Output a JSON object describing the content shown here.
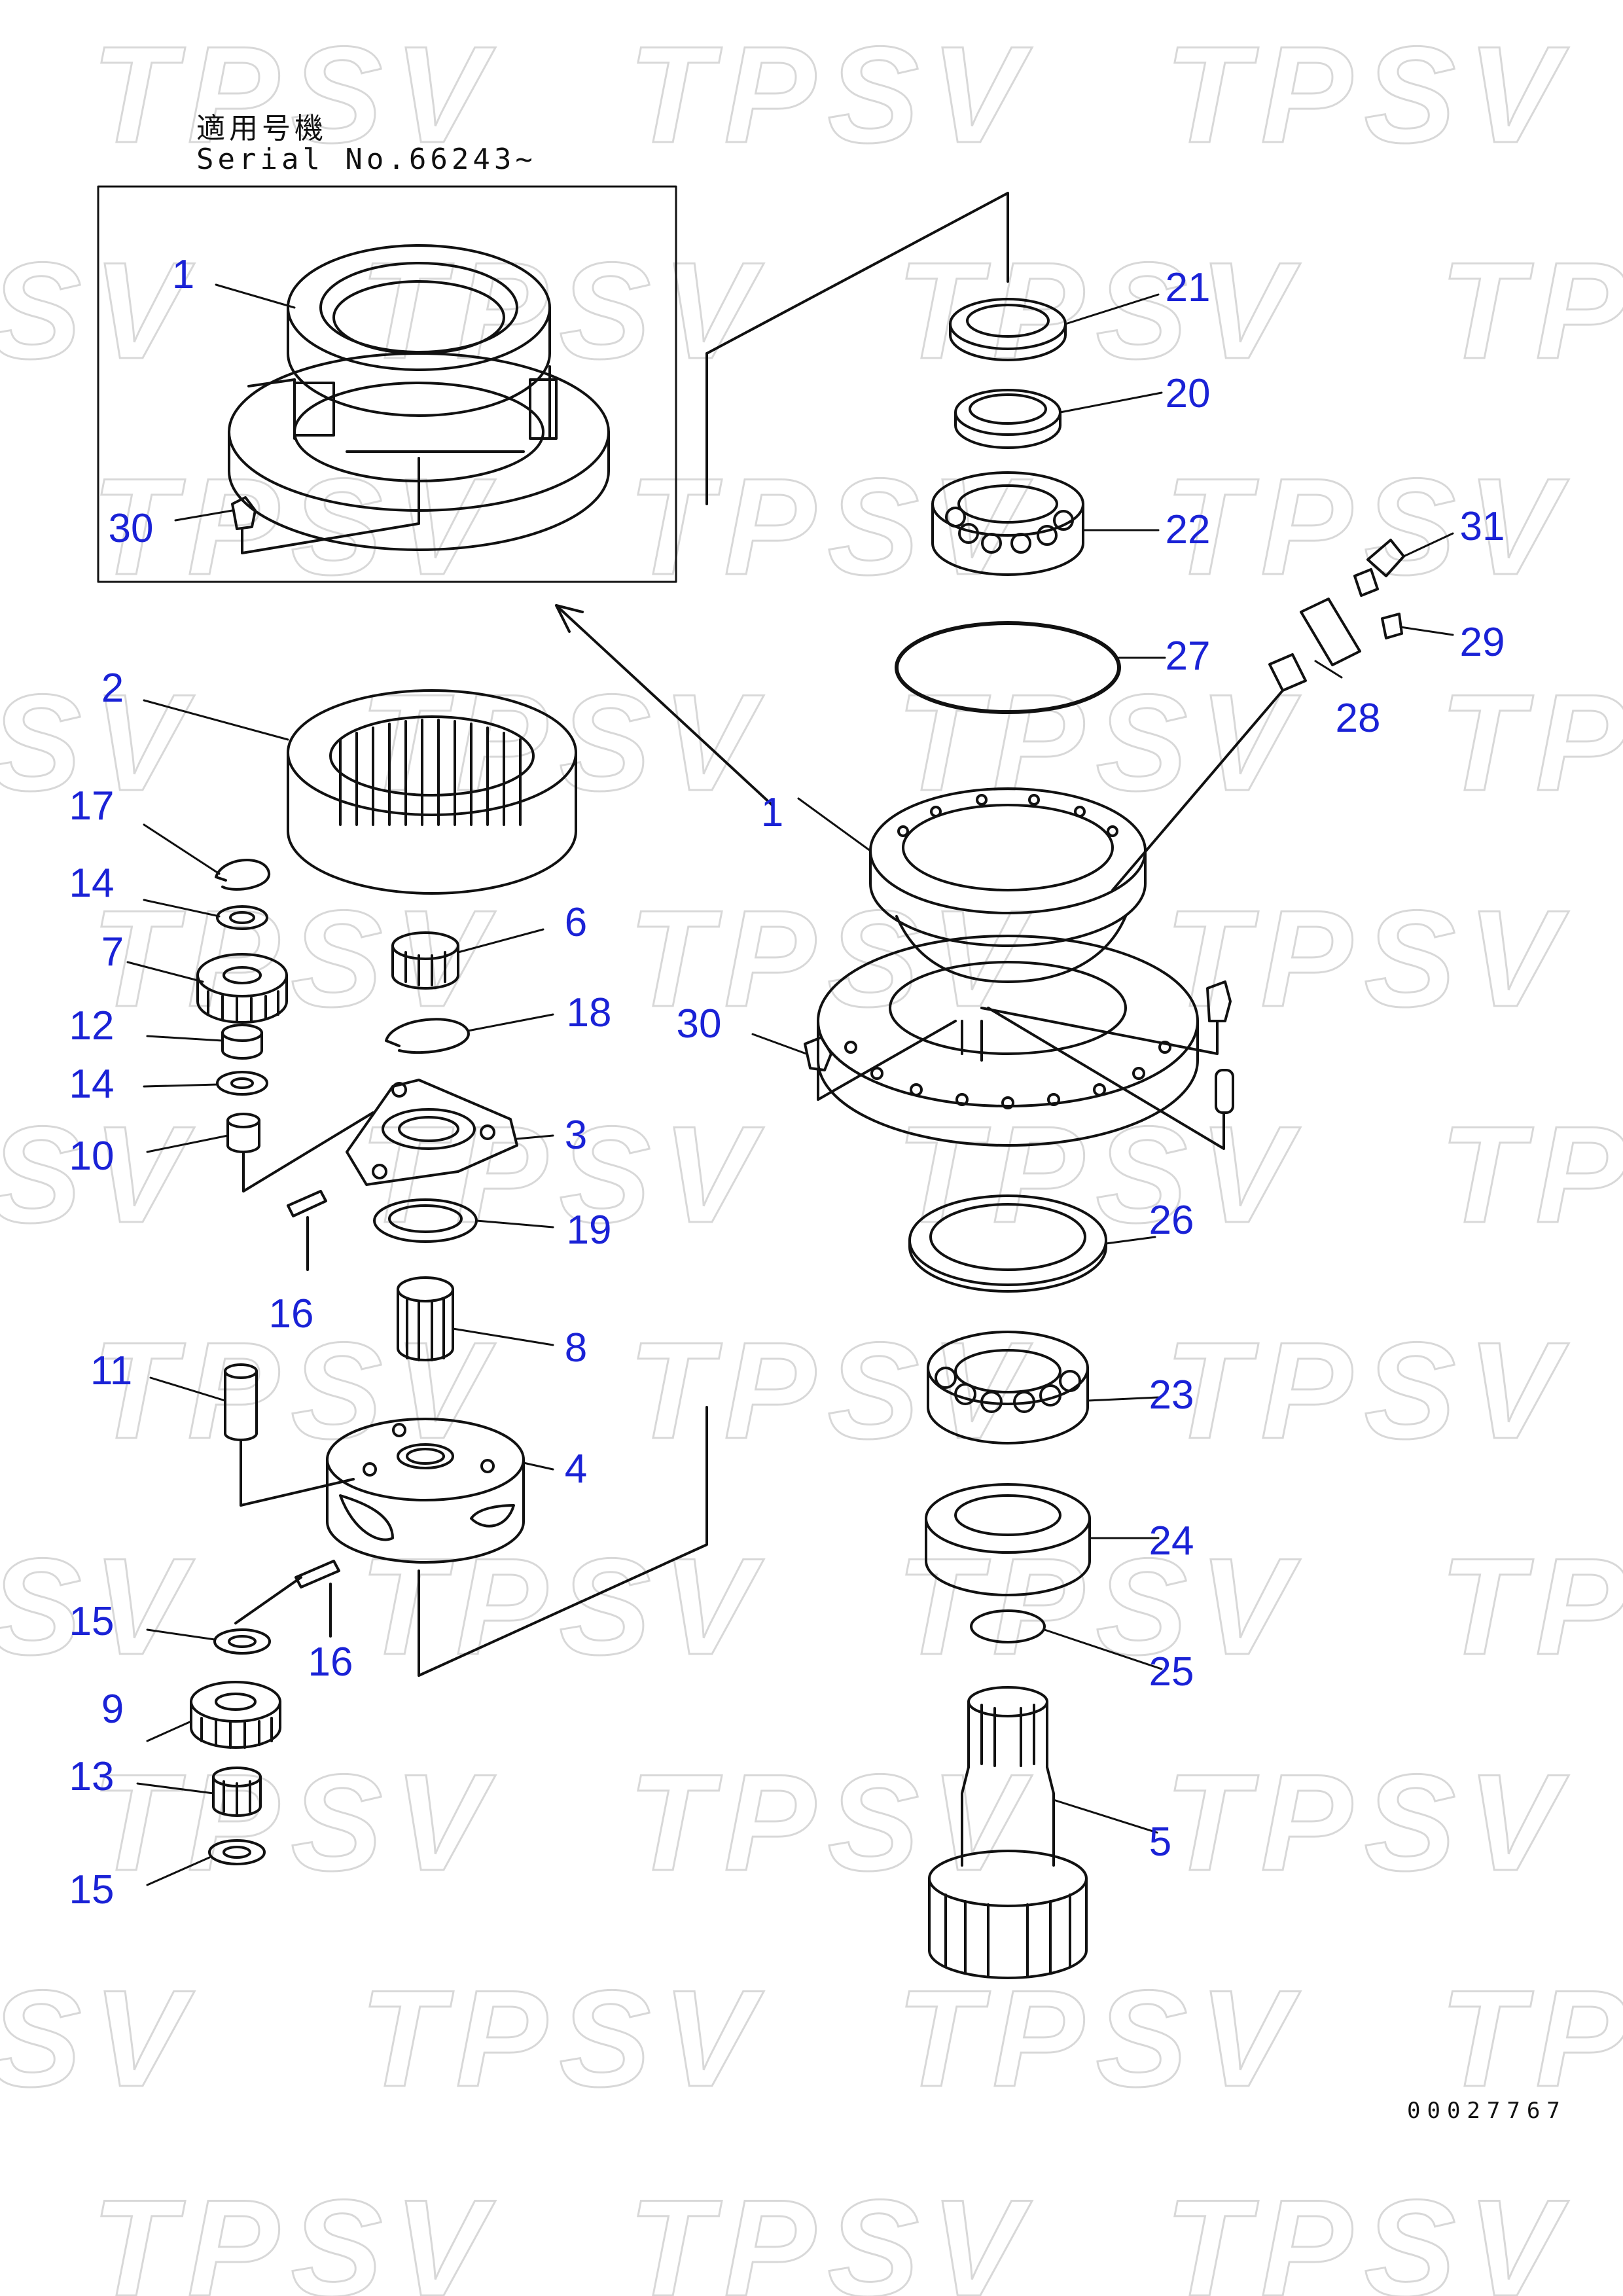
{
  "header": {
    "applicable_label": "適用号機",
    "serial_label": "Serial No.66243~"
  },
  "drawing_number": "00027767",
  "watermark_text": "TPSV",
  "colors": {
    "callout": "#1a22d6",
    "line": "#111111",
    "watermark": "#b9b9b9"
  },
  "callouts": [
    {
      "id": "inset-1",
      "label": "1"
    },
    {
      "id": "inset-30",
      "label": "30"
    },
    {
      "id": "21",
      "label": "21"
    },
    {
      "id": "20",
      "label": "20"
    },
    {
      "id": "22",
      "label": "22"
    },
    {
      "id": "31",
      "label": "31"
    },
    {
      "id": "29",
      "label": "29"
    },
    {
      "id": "27",
      "label": "27"
    },
    {
      "id": "28",
      "label": "28"
    },
    {
      "id": "2",
      "label": "2"
    },
    {
      "id": "17",
      "label": "17"
    },
    {
      "id": "14a",
      "label": "14"
    },
    {
      "id": "7",
      "label": "7"
    },
    {
      "id": "6",
      "label": "6"
    },
    {
      "id": "12",
      "label": "12"
    },
    {
      "id": "18",
      "label": "18"
    },
    {
      "id": "14b",
      "label": "14"
    },
    {
      "id": "10",
      "label": "10"
    },
    {
      "id": "3",
      "label": "3"
    },
    {
      "id": "19",
      "label": "19"
    },
    {
      "id": "16a",
      "label": "16"
    },
    {
      "id": "8",
      "label": "8"
    },
    {
      "id": "11",
      "label": "11"
    },
    {
      "id": "4",
      "label": "4"
    },
    {
      "id": "15a",
      "label": "15"
    },
    {
      "id": "16b",
      "label": "16"
    },
    {
      "id": "9",
      "label": "9"
    },
    {
      "id": "13",
      "label": "13"
    },
    {
      "id": "15b",
      "label": "15"
    },
    {
      "id": "1",
      "label": "1"
    },
    {
      "id": "30",
      "label": "30"
    },
    {
      "id": "26",
      "label": "26"
    },
    {
      "id": "23",
      "label": "23"
    },
    {
      "id": "24",
      "label": "24"
    },
    {
      "id": "25",
      "label": "25"
    },
    {
      "id": "5",
      "label": "5"
    }
  ]
}
